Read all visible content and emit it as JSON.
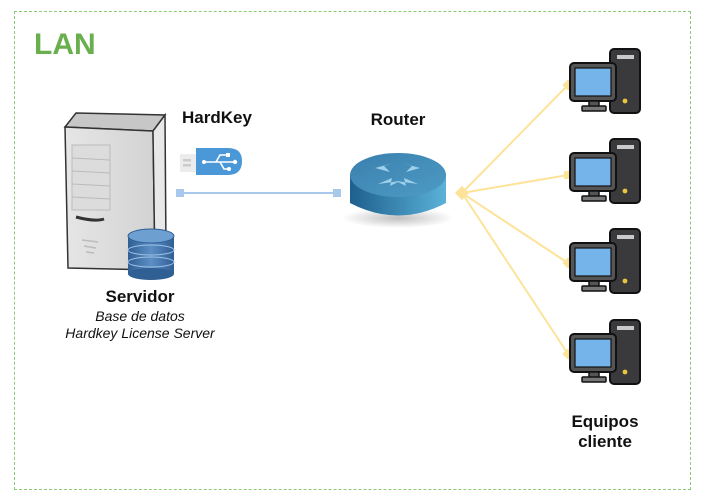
{
  "diagram": {
    "group_label": "LAN",
    "nodes": {
      "hardkey": {
        "label": "HardKey",
        "icon": "usb-key-icon"
      },
      "router": {
        "label": "Router",
        "icon": "router-icon"
      },
      "server": {
        "label": "Servidor",
        "sub_lines": [
          "Base de datos",
          "Hardkey License Server"
        ],
        "icon": "server-tower-icon",
        "badge_icon": "database-icon"
      },
      "clients": {
        "label_lines": [
          "Equipos",
          "cliente"
        ],
        "count": 4,
        "icon": "desktop-computer-icon"
      }
    },
    "edges": [
      {
        "from": "server",
        "to": "router",
        "color": "#a8c9ec"
      },
      {
        "from": "router",
        "to": "client-1",
        "color": "#fde39a"
      },
      {
        "from": "router",
        "to": "client-2",
        "color": "#fde39a"
      },
      {
        "from": "router",
        "to": "client-3",
        "color": "#fde39a"
      },
      {
        "from": "router",
        "to": "client-4",
        "color": "#fde39a"
      }
    ],
    "colors": {
      "lan_border": "#8cc97a",
      "lan_title": "#6aaf4e",
      "usb_blue": "#4a98d8",
      "router_blue": "#3a87b5",
      "screen_blue": "#74b4ea",
      "tower_dark": "#3a3a3c"
    }
  }
}
